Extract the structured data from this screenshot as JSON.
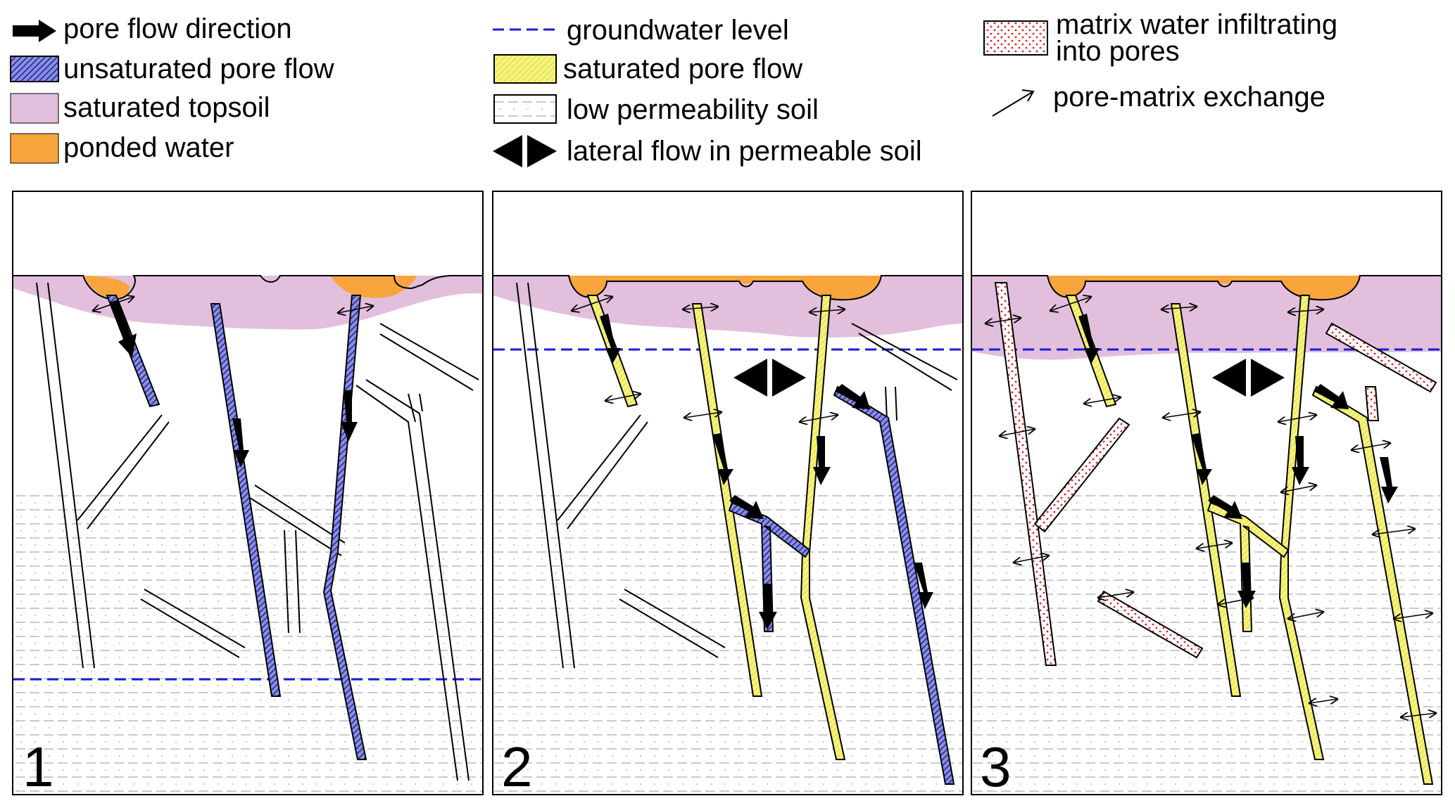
{
  "legend": {
    "pore_flow_direction": "pore flow direction",
    "unsaturated_pore_flow": "unsaturated pore flow",
    "saturated_topsoil": "saturated topsoil",
    "ponded_water": "ponded water",
    "groundwater_level": "groundwater level",
    "saturated_pore_flow": "saturated pore flow",
    "low_permeability_soil": "low permeability soil",
    "lateral_flow": "lateral flow in permeable soil",
    "matrix_infiltrating_line1": "matrix water infiltrating",
    "matrix_infiltrating_line2": "into pores",
    "pore_matrix_exchange": "pore-matrix exchange"
  },
  "panels": [
    {
      "number": "1"
    },
    {
      "number": "2"
    },
    {
      "number": "3"
    }
  ],
  "colors": {
    "topsoil": "#e2bfdc",
    "ponded": "#f7a53c",
    "unsaturated": "#3b3fa8",
    "saturated": "#f5f37a",
    "groundwater": "#1a1ad9",
    "matrix_dots": "#e02020",
    "low_perm_dash": "#b8b8b8"
  }
}
